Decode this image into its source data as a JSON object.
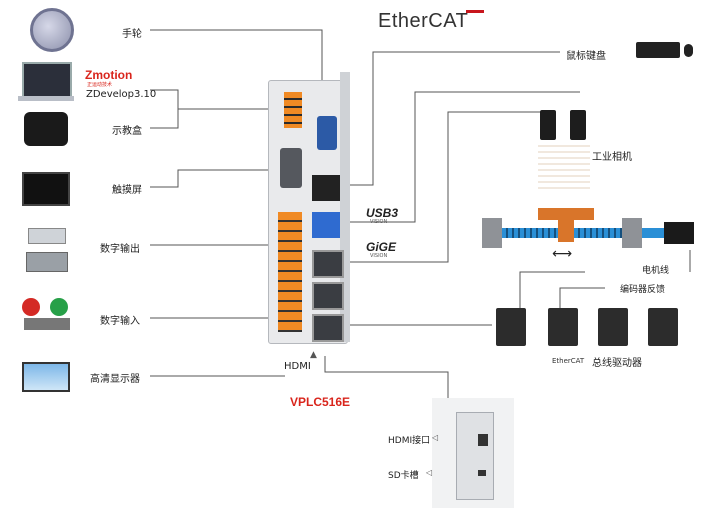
{
  "left_labels": {
    "handwheel": "手轮",
    "brand_logo": "Zmotion",
    "brand_sub": "正运动技术",
    "software": "ZDevelop3.10",
    "teach_pendant": "示教盒",
    "touch_screen": "触摸屏",
    "digital_output": "数字输出",
    "digital_input": "数字输入",
    "hd_display": "高清显示器"
  },
  "right_labels": {
    "ethercat_logo": "EtherCAT",
    "mouse_keyboard": "鼠标键盘",
    "usb3_logo": "USB3",
    "usb3_sub": "VISION",
    "gige_logo": "GiGE",
    "gige_sub": "VISION",
    "industrial_camera": "工业相机",
    "motor_cable": "电机线",
    "encoder_feedback": "编码器反馈",
    "bus_ethercat": "EtherCAT",
    "bus_driver": "总线驱动器"
  },
  "controller": {
    "model": "VPLC516E",
    "hdmi_label": "HDMI"
  },
  "side_view": {
    "hdmi_port": "HDMI接口",
    "sd_slot": "SD卡槽"
  },
  "colors": {
    "line": "#555555",
    "model_red": "#d9251c",
    "ethercat_red": "#c8161d",
    "belt_blue": "#2a8fd6",
    "slider_orange": "#d9752a"
  }
}
